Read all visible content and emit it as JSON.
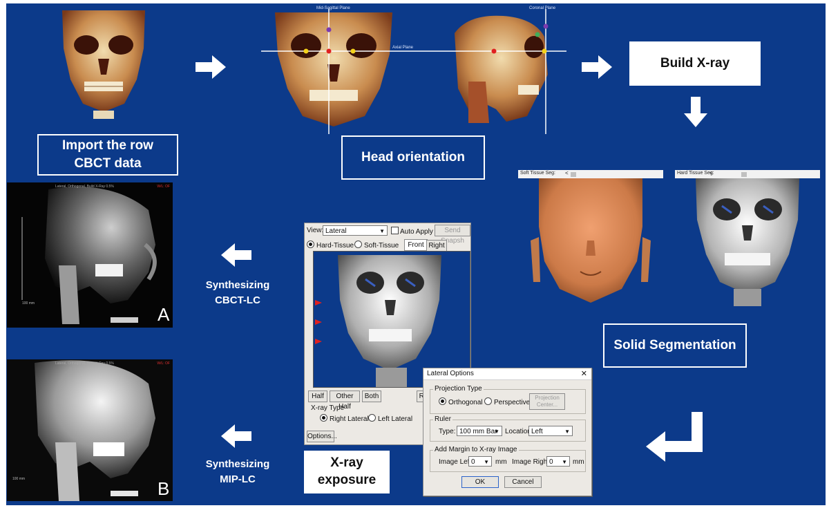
{
  "labels": {
    "import": "Import the row CBCT data",
    "head_orientation": "Head orientation",
    "build_xray": "Build X-ray",
    "solid_segmentation": "Solid Segmentation",
    "xray_exposure": "X-ray exposure",
    "synth_cbct_lc": "Synthesizing CBCT-LC",
    "synth_mip_lc": "Synthesizing MIP-LC",
    "panel_a": "A",
    "panel_b": "B"
  },
  "xray_a": {
    "header": "Lateral, Orthogonal, Build X-Ray 0.5%",
    "corner": "W/L: OF",
    "ruler": "100 mm"
  },
  "xray_b": {
    "header": "Lateral, Orthogonal, Build X-Ray 0.5%",
    "corner": "W/L: OF",
    "ruler": "100 mm"
  },
  "orientation": {
    "plane_left": "Mid-Sagittal Plane",
    "plane_axial": "Axial Plane",
    "plane_right": "Coronal Plane"
  },
  "segmentation": {
    "soft_label": "Soft Tissue Seg:",
    "hard_label": "Hard Tissue Seg:"
  },
  "view_window": {
    "view_label": "View:",
    "view_value": "Lateral",
    "auto_apply": "Auto Apply",
    "send_snapshot": "Send Snapsh",
    "hard_tissue": "Hard-Tissue",
    "soft_tissue": "Soft-Tissue",
    "tab_front": "Front",
    "tab_right": "Right",
    "btn_half": "Half",
    "btn_other_half": "Other Half",
    "btn_both": "Both",
    "btn_re": "Re",
    "xray_type": "X-ray Type",
    "right_lateral": "Right Lateral",
    "left_lateral": "Left Lateral",
    "options": "Options..."
  },
  "lateral_options": {
    "title": "Lateral Options",
    "close": "✕",
    "projection_type": "Projection Type",
    "orthogonal": "Orthogonal",
    "perspective": "Perspective",
    "projection_center": "Projection Center...",
    "ruler": "Ruler",
    "type_label": "Type:",
    "type_value": "100 mm Bar",
    "location_label": "Location:",
    "location_value": "Left",
    "margin": "Add Margin to X-ray Image",
    "image_left": "Image Left:",
    "image_left_value": "0",
    "image_right": "Image Right:",
    "image_right_value": "0",
    "mm": "mm",
    "ok": "OK",
    "cancel": "Cancel"
  },
  "colors": {
    "panel_bg": "#0c3a8a",
    "bone_orange": "#b5713a",
    "skin": "#d9875a"
  }
}
